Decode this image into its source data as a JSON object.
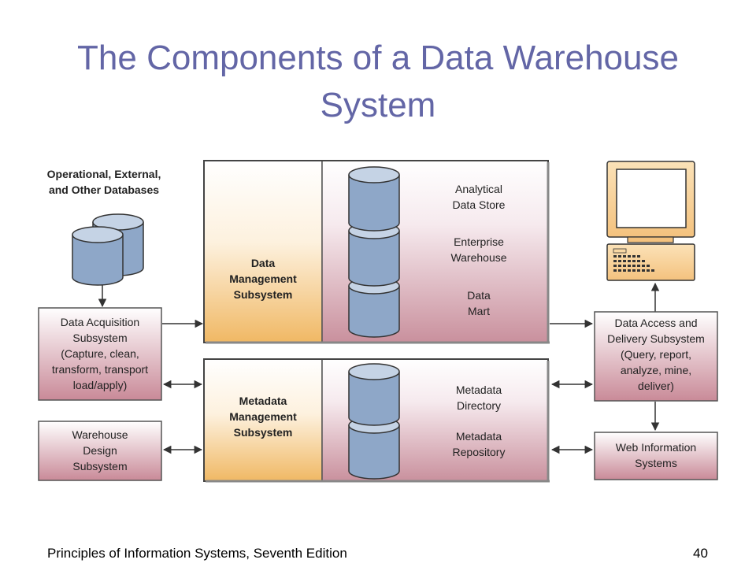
{
  "slide": {
    "title_line1": "The Components of a Data Warehouse",
    "title_line2": "System",
    "footer_left": "Principles of Information Systems, Seventh Edition",
    "page_number": "40"
  },
  "diagram": {
    "source_label": [
      "Operational, External,",
      "and Other Databases"
    ],
    "acquisition": [
      "Data Acquisition",
      "Subsystem",
      "(Capture, clean,",
      "transform, transport",
      "load/apply)"
    ],
    "design": [
      "Warehouse",
      "Design",
      "Subsystem"
    ],
    "data_mgmt_label": [
      "Data",
      "Management",
      "Subsystem"
    ],
    "analytical": [
      "Analytical",
      "Data Store"
    ],
    "enterprise": [
      "Enterprise",
      "Warehouse"
    ],
    "mart": [
      "Data",
      "Mart"
    ],
    "meta_mgmt_label": [
      "Metadata",
      "Management",
      "Subsystem"
    ],
    "meta_directory": [
      "Metadata",
      "Directory"
    ],
    "meta_repository": [
      "Metadata",
      "Repository"
    ],
    "access": [
      "Data Access and",
      "Delivery Subsystem",
      "(Query, report,",
      "analyze, mine,",
      "deliver)"
    ],
    "web": [
      "Web Information",
      "Systems"
    ]
  },
  "colors": {
    "title": "#6366a6",
    "cylinder_top": "#c5d3e5",
    "cylinder_body": "#8ea7c8",
    "pink_deep": "#c98a98",
    "orange_deep": "#f0b864",
    "monitor": "#f6c887"
  }
}
